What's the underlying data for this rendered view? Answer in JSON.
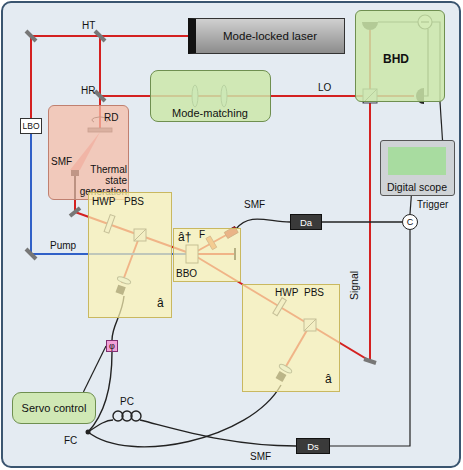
{
  "diagram": {
    "nodes": [
      {
        "text": [
          "Mode-locked laser"
        ]
      },
      {
        "text": [
          "BHD"
        ]
      },
      {
        "text": [
          "Mode-matching"
        ]
      },
      {
        "text": [
          "Digital scope"
        ]
      },
      {
        "text": [
          "Thermal state generation"
        ]
      },
      {
        "text": [
          "Da"
        ]
      },
      {
        "text": [
          "C"
        ]
      },
      {
        "text": [
          "LBO"
        ]
      },
      {
        "text": [
          "â"
        ]
      },
      {
        "text": [
          "â†"
        ]
      },
      {
        "text": [
          "â"
        ]
      },
      {
        "text": [
          "φ"
        ]
      },
      {
        "text": [
          "Servo control"
        ]
      },
      {
        "text": [
          "Ds"
        ]
      }
    ],
    "edges": [
      {
        "from": 1,
        "to": 3,
        "arrow": "none"
      },
      {
        "from": 5,
        "to": 6,
        "arrow": "none"
      },
      {
        "from": 13,
        "to": 6,
        "arrow": "none"
      },
      {
        "from": 6,
        "to": 3,
        "label": "Trigger",
        "arrow": "none"
      },
      {
        "from": 12,
        "to": 11,
        "arrow": "none"
      }
    ],
    "labels": [
      "HT",
      "HR",
      "RD",
      "SMF",
      "LO",
      "Signal",
      "SMF",
      "Pump",
      "HWP",
      "PBS",
      "BBO",
      "F",
      "HWP",
      "PBS",
      "FC",
      "PC",
      "SMF"
    ]
  }
}
